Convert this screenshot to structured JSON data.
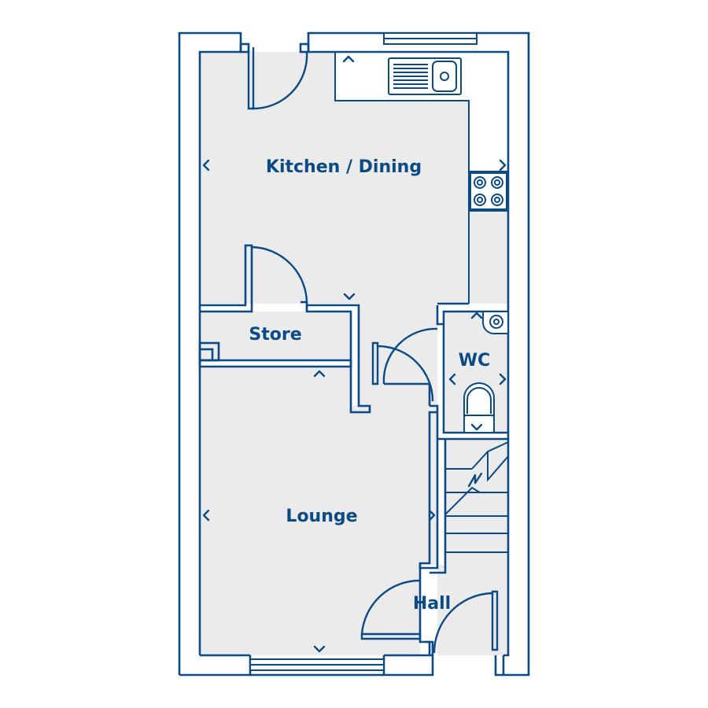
{
  "colors": {
    "wall": "#0a4a86",
    "floor": "#ebebeb",
    "background": "#ffffff"
  },
  "rooms": {
    "kitchen_dining": {
      "label": "Kitchen / Dining"
    },
    "store": {
      "label": "Store"
    },
    "wc": {
      "label": "WC"
    },
    "lounge": {
      "label": "Lounge"
    },
    "hall": {
      "label": "Hall"
    }
  },
  "fixtures": [
    "sink-icon",
    "hob-icon",
    "basin-icon",
    "toilet-icon",
    "stairs-icon"
  ],
  "markers": [
    "dimension-marker-icon"
  ]
}
